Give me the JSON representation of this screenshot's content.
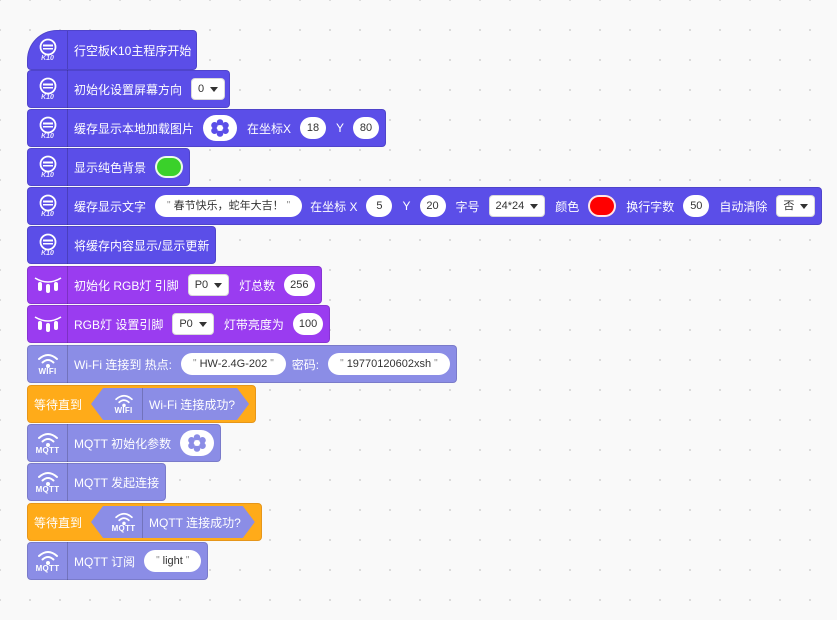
{
  "blocks": {
    "k10_start": {
      "label": "行空板K10主程序开始",
      "icon_tag": "K10",
      "icon": "k10-board-icon"
    },
    "init_screen": {
      "label": "初始化设置屏幕方向",
      "direction_value": "0",
      "icon_tag": "K10"
    },
    "cache_image": {
      "label": "缓存显示本地加载图片",
      "coord_label": "在坐标X",
      "x_value": "18",
      "y_label": "Y",
      "y_value": "80",
      "icon_tag": "K10"
    },
    "solid_bg": {
      "label": "显示纯色背景",
      "color": "#3ad12a",
      "icon_tag": "K10"
    },
    "cache_text": {
      "label": "缓存显示文字",
      "text_value": "春节快乐，蛇年大吉！",
      "coord_label": "在坐标 X",
      "x_value": "5",
      "y_label": "Y",
      "y_value": "20",
      "font_label": "字号",
      "font_value": "24*24",
      "color_label": "颜色",
      "color": "#ff0000",
      "wrap_label": "换行字数",
      "wrap_value": "50",
      "clear_label": "自动清除",
      "clear_value": "否",
      "icon_tag": "K10"
    },
    "refresh": {
      "label": "将缓存内容显示/显示更新",
      "icon_tag": "K10"
    },
    "rgb_init": {
      "label": "初始化 RGB灯 引脚",
      "pin_value": "P0",
      "count_label": "灯总数",
      "count_value": "256"
    },
    "rgb_brightness": {
      "label": "RGB灯 设置引脚",
      "pin_value": "P0",
      "brightness_label": "灯带亮度为",
      "brightness_value": "100"
    },
    "wifi_connect": {
      "label": "Wi-Fi 连接到 热点:",
      "ssid_value": "HW-2.4G-202",
      "pwd_label": "密码:",
      "pwd_value": "19770120602xsh",
      "icon_tag": "WIFI"
    },
    "wait_wifi": {
      "label": "等待直到",
      "cond_label": "Wi-Fi 连接成功?",
      "icon_tag": "WIFI"
    },
    "mqtt_init": {
      "label": "MQTT 初始化参数",
      "icon_tag": "MQTT"
    },
    "mqtt_connect": {
      "label": "MQTT 发起连接",
      "icon_tag": "MQTT"
    },
    "wait_mqtt": {
      "label": "等待直到",
      "cond_label": "MQTT 连接成功?",
      "icon_tag": "MQTT"
    },
    "mqtt_subscribe": {
      "label": "MQTT 订阅",
      "topic_value": "light",
      "icon_tag": "MQTT"
    }
  },
  "colors": {
    "k10": "#5b4ee8",
    "rgb": "#9a3cf0",
    "wifi": "#8b8de6",
    "wait": "#ffab19"
  }
}
